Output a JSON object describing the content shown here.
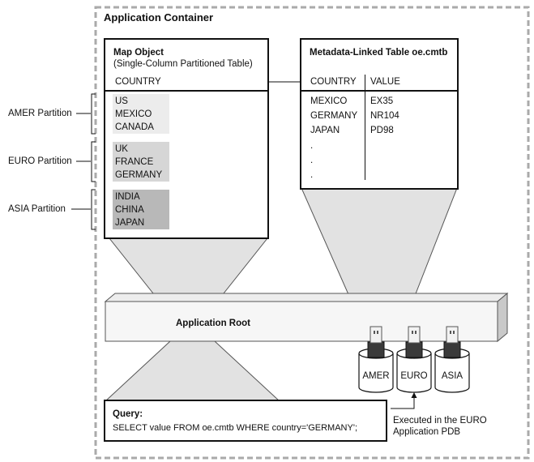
{
  "container": {
    "title": "Application Container"
  },
  "map_object": {
    "title": "Map Object",
    "subtitle": "(Single-Column Partitioned Table)",
    "column_header": "COUNTRY",
    "partitions": [
      {
        "label": "AMER Partition",
        "rows": [
          "US",
          "MEXICO",
          "CANADA"
        ],
        "shade": "#ececec"
      },
      {
        "label": "EURO Partition",
        "rows": [
          "UK",
          "FRANCE",
          "GERMANY"
        ],
        "shade": "#d6d6d6"
      },
      {
        "label": "ASIA Partition",
        "rows": [
          "INDIA",
          "CHINA",
          "JAPAN"
        ],
        "shade": "#b8b8b8"
      }
    ]
  },
  "metadata_table": {
    "title": "Metadata-Linked Table oe.cmtb",
    "headers": [
      "COUNTRY",
      "VALUE"
    ],
    "rows": [
      [
        "MEXICO",
        "EX35"
      ],
      [
        "GERMANY",
        "NR104"
      ],
      [
        "JAPAN",
        "PD98"
      ]
    ],
    "ellipsis": [
      ".",
      ".",
      "."
    ]
  },
  "app_root": {
    "label": "Application Root"
  },
  "pdbs": [
    {
      "name": "AMER"
    },
    {
      "name": "EURO"
    },
    {
      "name": "ASIA"
    }
  ],
  "query": {
    "title": "Query:",
    "sql": "SELECT value FROM oe.cmtb WHERE country='GERMANY';"
  },
  "executed_note": [
    "Executed in the EURO",
    "Application PDB"
  ]
}
